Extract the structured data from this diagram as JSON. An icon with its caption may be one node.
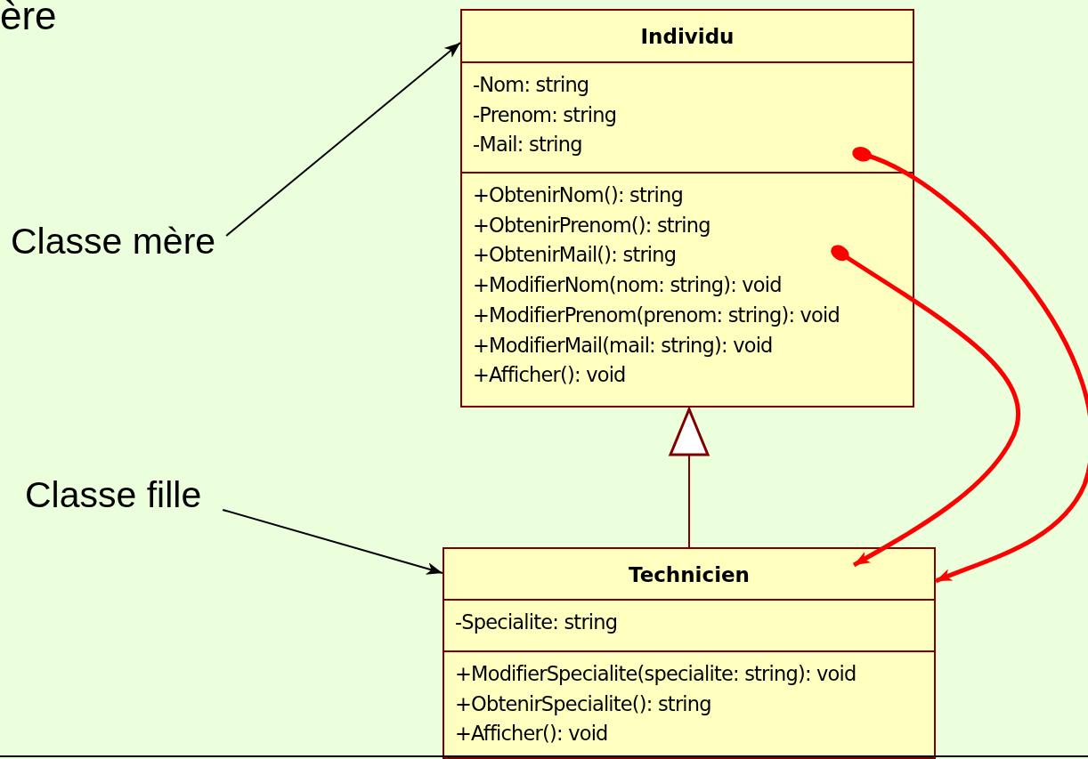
{
  "diagram": {
    "nodes": [
      {
        "text": [
          "Individu"
        ]
      },
      {
        "text": [
          "-Nom: string",
          "-Prenom: string",
          "-Mail: string"
        ],
        "in": 0
      },
      {
        "text": [
          "+ObtenirNom(): string",
          "+ObtenirPrenom(): string",
          "+ObtenirMail(): string",
          "+ModifierNom(nom: string): void",
          "+ModifierPrenom(prenom: string): void",
          "+ModifierMail(mail: string): void",
          "+Afficher(): void"
        ],
        "in": 0
      },
      {
        "text": [
          "Technicien"
        ]
      },
      {
        "text": [
          "-Specialite: string"
        ],
        "in": 3
      },
      {
        "text": [
          "+ModifierSpecialite(specialite: string): void",
          "+ObtenirSpecialite(): string",
          "+Afficher(): void"
        ],
        "in": 3
      },
      {
        "text": [
          "Classe mère"
        ]
      },
      {
        "text": [
          "Classe fille"
        ]
      }
    ],
    "edges": [
      {
        "from": 6,
        "to": 0,
        "arrow": "to"
      },
      {
        "from": 7,
        "to": 3,
        "arrow": "to"
      },
      {
        "from": 3,
        "to": 0,
        "arrow": "to",
        "color": "#800000"
      },
      {
        "from": 1,
        "to": 3,
        "arrow": "to",
        "style": "thick",
        "color": "#ff0000"
      },
      {
        "from": 2,
        "to": 3,
        "arrow": "to",
        "style": "thick",
        "color": "#ff0000"
      }
    ],
    "labels": [
      "ère"
    ]
  }
}
